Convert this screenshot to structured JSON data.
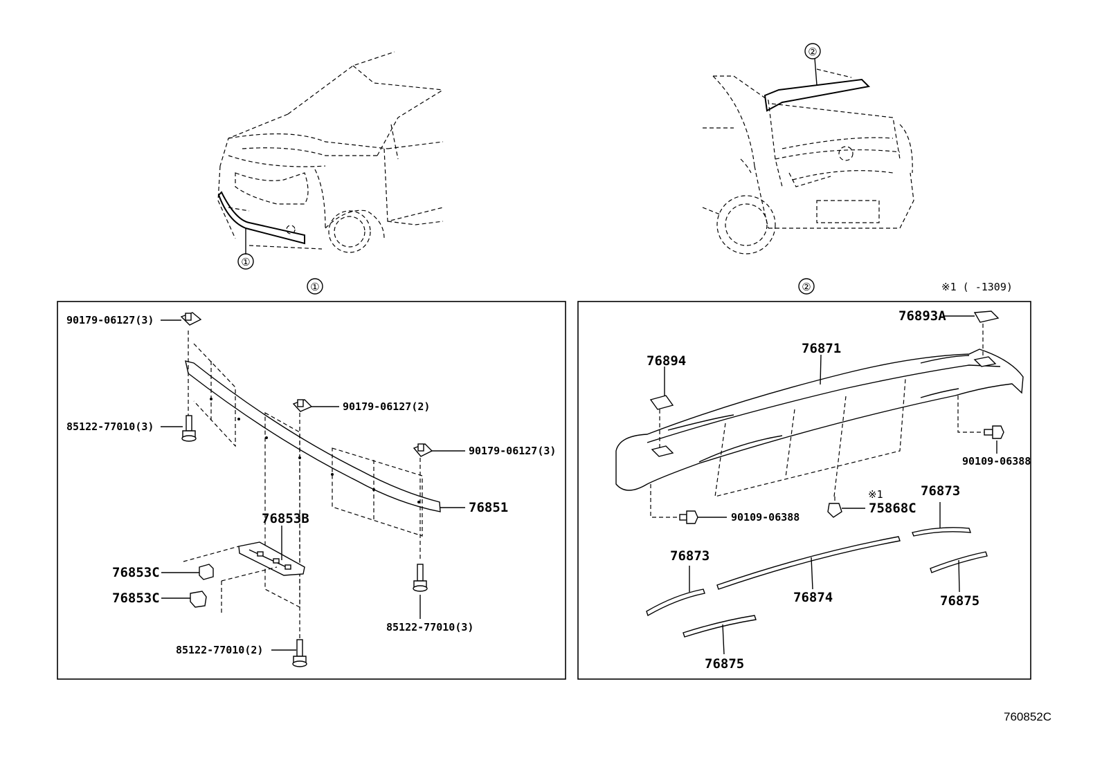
{
  "callouts": {
    "one": "①",
    "two": "②"
  },
  "note": "※1 (      -1309)",
  "note_mark": "※1",
  "ref_code": "760852C",
  "panel1": {
    "labels": {
      "nut_top_left": "90179-06127(3)",
      "bolt_left": "85122-77010(3)",
      "nut_mid": "90179-06127(2)",
      "nut_right": "90179-06127(3)",
      "molding": "76851",
      "bracket_b": "76853B",
      "clip_c1": "76853C",
      "clip_c2": "76853C",
      "bolt_right": "85122-77010(3)",
      "bolt_bottom": "85122-77010(2)"
    }
  },
  "panel2": {
    "labels": {
      "cap_a": "76893A",
      "cover": "76894",
      "spoiler": "76871",
      "bolt_right": "90109-06388",
      "bolt_left": "90109-06388",
      "clip": "75868C",
      "tape_top_right": "76873",
      "tape_left": "76873",
      "tape_center": "76874",
      "tape_right": "76875",
      "tape_bottom": "76875"
    }
  }
}
